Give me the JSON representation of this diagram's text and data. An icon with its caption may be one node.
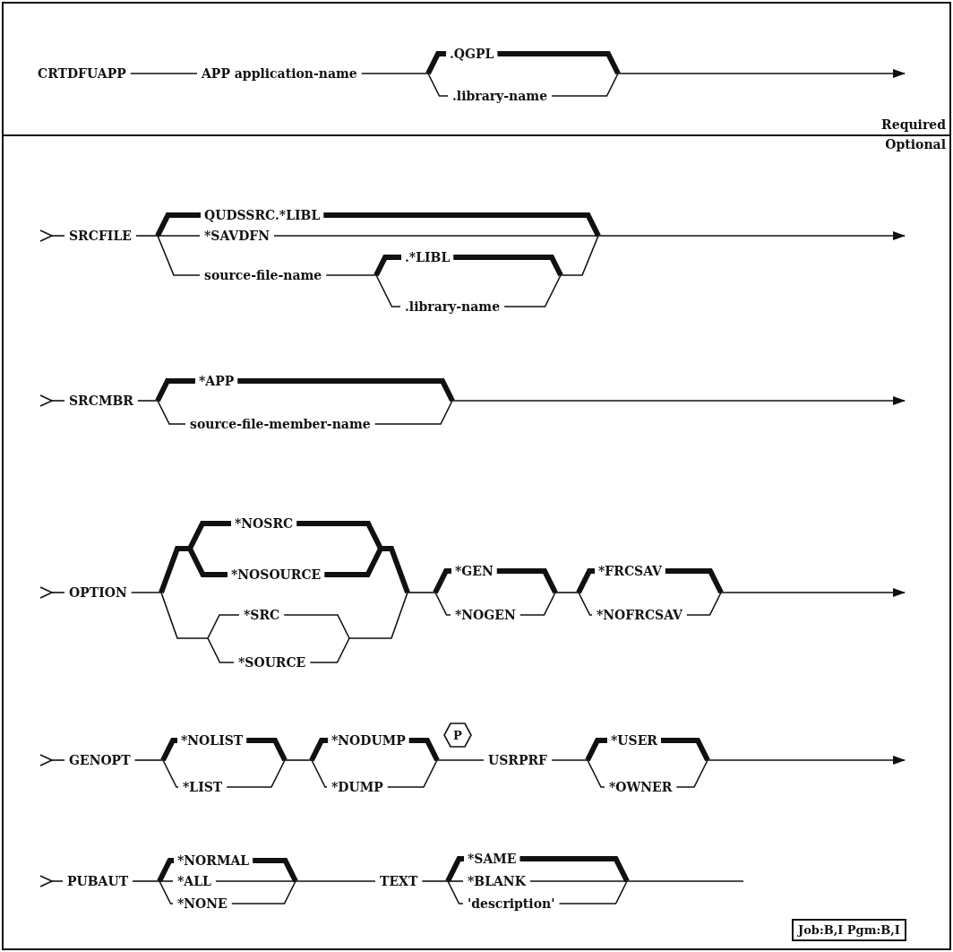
{
  "diagram": {
    "nodes": [
      {
        "text": [
          "Required"
        ]
      },
      {
        "text": [
          "Optional"
        ]
      },
      {
        "text": [
          "P"
        ],
        "in": 1
      },
      {
        "text": [
          "Job:B,I Pgm:B,I"
        ],
        "in": 1
      }
    ],
    "labels": [
      "CRTDFUAPP",
      "APP application-name",
      ".QGPL",
      ".library-name",
      "SRCFILE",
      "QUDSSRC.*LIBL",
      "*SAVDFN",
      "source-file-name",
      ".*LIBL",
      ".library-name",
      "SRCMBR",
      "*APP",
      "source-file-member-name",
      "OPTION",
      "*NOSRC",
      "*NOSOURCE",
      "*SRC",
      "*SOURCE",
      "*GEN",
      "*NOGEN",
      "*FRCSAV",
      "*NOFRCSAV",
      "GENOPT",
      "*NOLIST",
      "*LIST",
      "*NODUMP",
      "*DUMP",
      "USRPRF",
      "*USER",
      "*OWNER",
      "PUBAUT",
      "*NORMAL",
      "*ALL",
      "*NONE",
      "TEXT",
      "*SAME",
      "*BLANK",
      "'description'"
    ]
  }
}
